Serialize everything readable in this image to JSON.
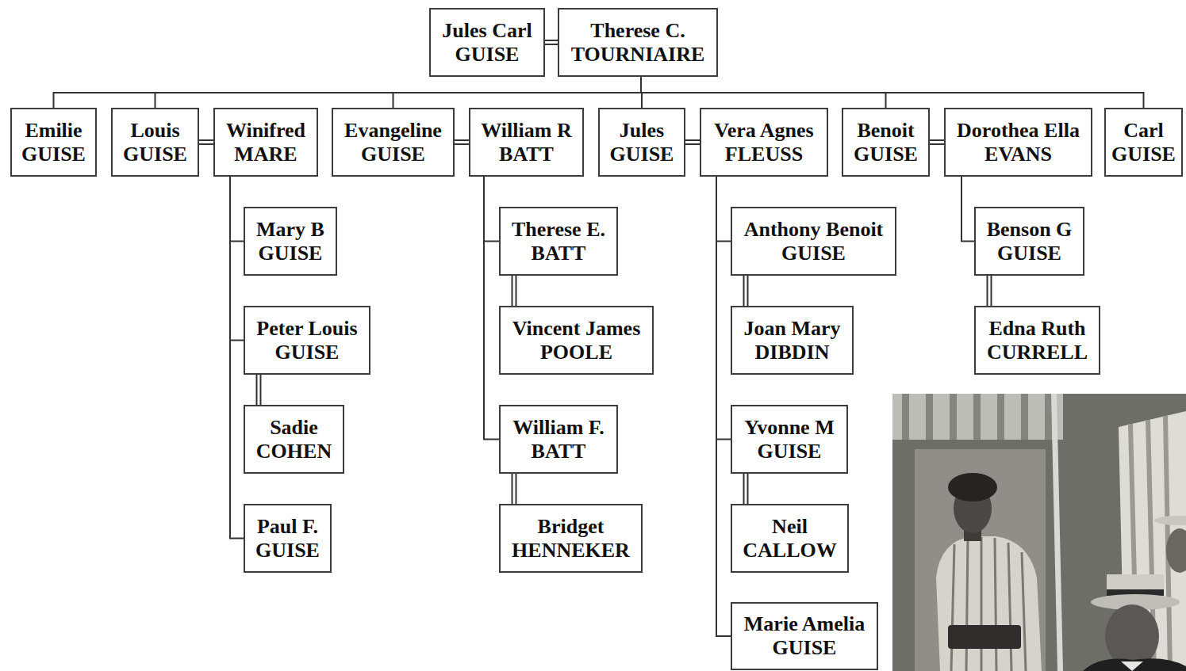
{
  "diagram": {
    "nodes": [
      {
        "text": [
          "Jules Carl",
          "GUISE"
        ]
      },
      {
        "text": [
          "Therese C.",
          "TOURNIAIRE"
        ]
      },
      {
        "text": [
          "Emilie",
          "GUISE"
        ]
      },
      {
        "text": [
          "Louis",
          "GUISE"
        ]
      },
      {
        "text": [
          "Winifred",
          "MARE"
        ]
      },
      {
        "text": [
          "Evangeline",
          "GUISE"
        ]
      },
      {
        "text": [
          "William R",
          "BATT"
        ]
      },
      {
        "text": [
          "Jules",
          "GUISE"
        ]
      },
      {
        "text": [
          "Vera Agnes",
          "FLEUSS"
        ]
      },
      {
        "text": [
          "Benoit",
          "GUISE"
        ]
      },
      {
        "text": [
          "Dorothea Ella",
          "EVANS"
        ]
      },
      {
        "text": [
          "Carl",
          "GUISE"
        ]
      },
      {
        "text": [
          "Mary B",
          "GUISE"
        ]
      },
      {
        "text": [
          "Peter Louis",
          "GUISE"
        ]
      },
      {
        "text": [
          "Sadie",
          "COHEN"
        ]
      },
      {
        "text": [
          "Paul F.",
          "GUISE"
        ]
      },
      {
        "text": [
          "Therese E.",
          "BATT"
        ]
      },
      {
        "text": [
          "Vincent James",
          "POOLE"
        ]
      },
      {
        "text": [
          "William F.",
          "BATT"
        ]
      },
      {
        "text": [
          "Bridget",
          "HENNEKER"
        ]
      },
      {
        "text": [
          "Anthony Benoit",
          "GUISE"
        ]
      },
      {
        "text": [
          "Joan Mary",
          "DIBDIN"
        ]
      },
      {
        "text": [
          "Yvonne M",
          "GUISE"
        ]
      },
      {
        "text": [
          "Neil",
          "CALLOW"
        ]
      },
      {
        "text": [
          "Marie Amelia",
          "GUISE"
        ]
      },
      {
        "text": [
          "Benson G",
          "GUISE"
        ]
      },
      {
        "text": [
          "Edna Ruth",
          "CURRELL"
        ]
      }
    ],
    "edges": [
      {
        "from": 0,
        "to": 1,
        "arrow": "none"
      },
      {
        "from": 1,
        "to": 2,
        "arrow": "none"
      },
      {
        "from": 1,
        "to": 3,
        "arrow": "none"
      },
      {
        "from": 1,
        "to": 5,
        "arrow": "none"
      },
      {
        "from": 1,
        "to": 7,
        "arrow": "none"
      },
      {
        "from": 1,
        "to": 9,
        "arrow": "none"
      },
      {
        "from": 1,
        "to": 11,
        "arrow": "none"
      },
      {
        "from": 3,
        "to": 4,
        "arrow": "none"
      },
      {
        "from": 5,
        "to": 6,
        "arrow": "none"
      },
      {
        "from": 7,
        "to": 8,
        "arrow": "none"
      },
      {
        "from": 9,
        "to": 10,
        "arrow": "none"
      },
      {
        "from": 4,
        "to": 12,
        "arrow": "none"
      },
      {
        "from": 4,
        "to": 13,
        "arrow": "none"
      },
      {
        "from": 4,
        "to": 15,
        "arrow": "none"
      },
      {
        "from": 13,
        "to": 14,
        "arrow": "none"
      },
      {
        "from": 6,
        "to": 16,
        "arrow": "none"
      },
      {
        "from": 6,
        "to": 18,
        "arrow": "none"
      },
      {
        "from": 16,
        "to": 17,
        "arrow": "none"
      },
      {
        "from": 18,
        "to": 19,
        "arrow": "none"
      },
      {
        "from": 8,
        "to": 20,
        "arrow": "none"
      },
      {
        "from": 8,
        "to": 22,
        "arrow": "none"
      },
      {
        "from": 8,
        "to": 24,
        "arrow": "none"
      },
      {
        "from": 20,
        "to": 21,
        "arrow": "none"
      },
      {
        "from": 22,
        "to": 23,
        "arrow": "none"
      },
      {
        "from": 10,
        "to": 25,
        "arrow": "none"
      },
      {
        "from": 25,
        "to": 26,
        "arrow": "none"
      }
    ]
  }
}
